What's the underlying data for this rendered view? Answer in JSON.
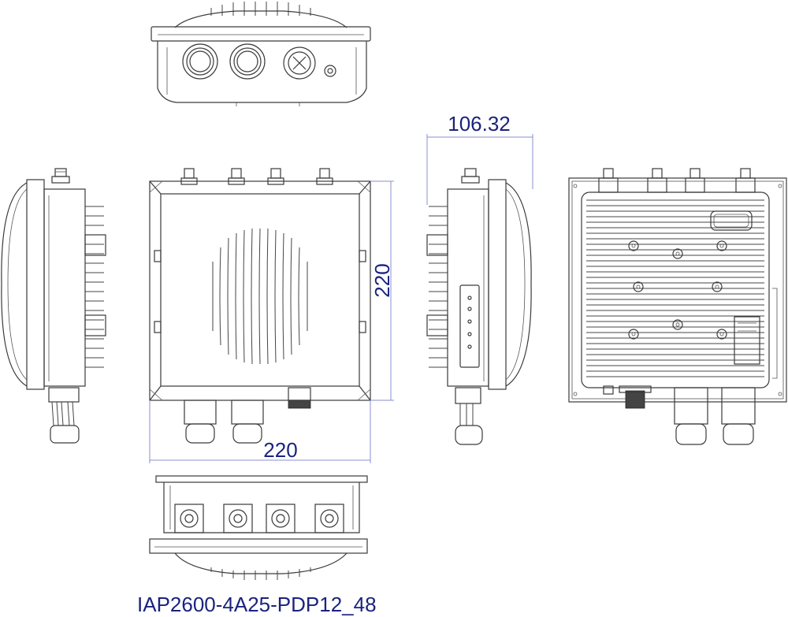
{
  "dimensions": {
    "width": "220",
    "height": "220",
    "depth": "106.32"
  },
  "model": "IAP2600-4A25-PDP12_48",
  "colors": {
    "dimension_line": "#8a8fd0",
    "dimension_text": "#1a237e",
    "drawing_line": "#3a3a3a"
  },
  "views": [
    "top-view",
    "left-side-view",
    "front-view",
    "right-side-view",
    "rear-view",
    "bottom-view"
  ]
}
